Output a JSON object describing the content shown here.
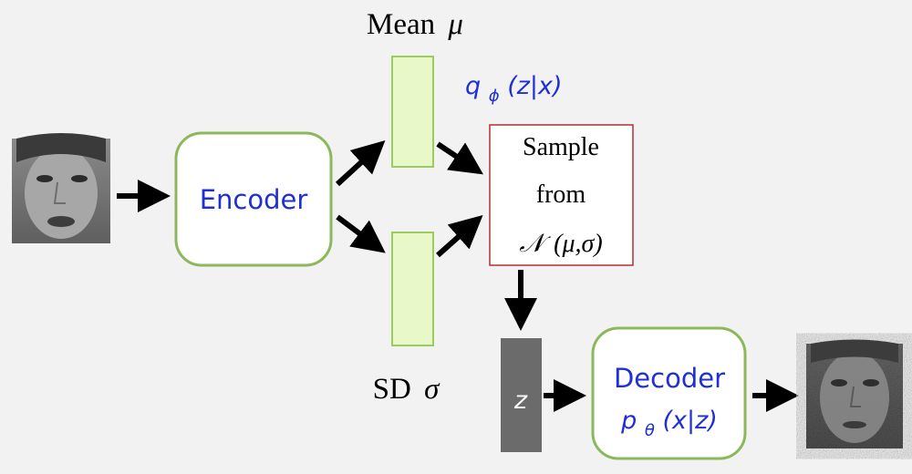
{
  "labels": {
    "encoder": "Encoder",
    "mean_text": "Mean",
    "mean_symbol": "μ",
    "sd_text": "SD",
    "sd_symbol": "σ",
    "q_prefix": "q",
    "q_sub": "ϕ",
    "q_args": "(z|x)",
    "sample_line1": "Sample",
    "sample_line2": "from",
    "sample_dist_symbol": "𝒩",
    "sample_dist_args": "(μ,σ)",
    "z_label": "z",
    "decoder": "Decoder",
    "p_prefix": "p",
    "p_sub": "θ",
    "p_args": "(x|z)"
  },
  "colors": {
    "background": "#f2f2f2",
    "box_border": "#8cb85c",
    "latent_fill": "#e8f8c8",
    "latent_border": "#9ccc5e",
    "sample_border": "#b03030",
    "z_fill": "#6b6b6b",
    "blue_text": "#1e2fd6",
    "arrow": "#000000"
  }
}
